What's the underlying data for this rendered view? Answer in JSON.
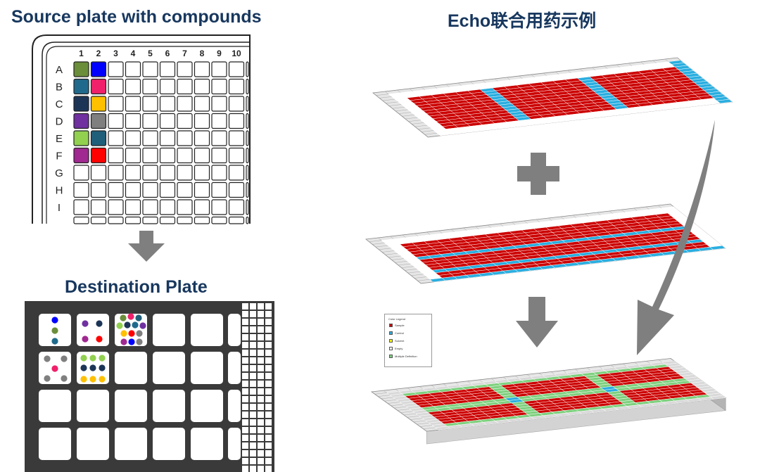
{
  "titles": {
    "source": "Source plate with compounds",
    "destination": "Destination Plate",
    "echo": "Echo联合用药示例"
  },
  "source_plate": {
    "columns": [
      "1",
      "2",
      "3",
      "4",
      "5",
      "6",
      "7",
      "8",
      "9",
      "10"
    ],
    "rows": [
      "A",
      "B",
      "C",
      "D",
      "E",
      "F",
      "G",
      "H",
      "I"
    ],
    "compound_colors": [
      [
        "#6b8e3a",
        "#0000ff"
      ],
      [
        "#1f6a8c",
        "#f0206a"
      ],
      [
        "#1c3557",
        "#ffc000"
      ],
      [
        "#7030a0",
        "#7f7f7f"
      ],
      [
        "#92d050",
        "#1f5f7a"
      ],
      [
        "#a02890",
        "#ff0000"
      ]
    ]
  },
  "legend": {
    "title": "Color Legend",
    "items": [
      {
        "label": "Sample",
        "color": "#cc0000"
      },
      {
        "label": "Control",
        "color": "#29aee0"
      },
      {
        "label": "Solvent",
        "color": "#ffff00"
      },
      {
        "label": "Empty",
        "color": "#ffffff"
      },
      {
        "label": "Multiple Definition",
        "color": "#7ed07e"
      }
    ]
  },
  "colors": {
    "title": "#17375e",
    "arrow": "#7f7f7f",
    "sample": "#cc0000",
    "control": "#29aee0",
    "combo": "#7ed07e",
    "plate_dark": "#3a3a3a"
  }
}
